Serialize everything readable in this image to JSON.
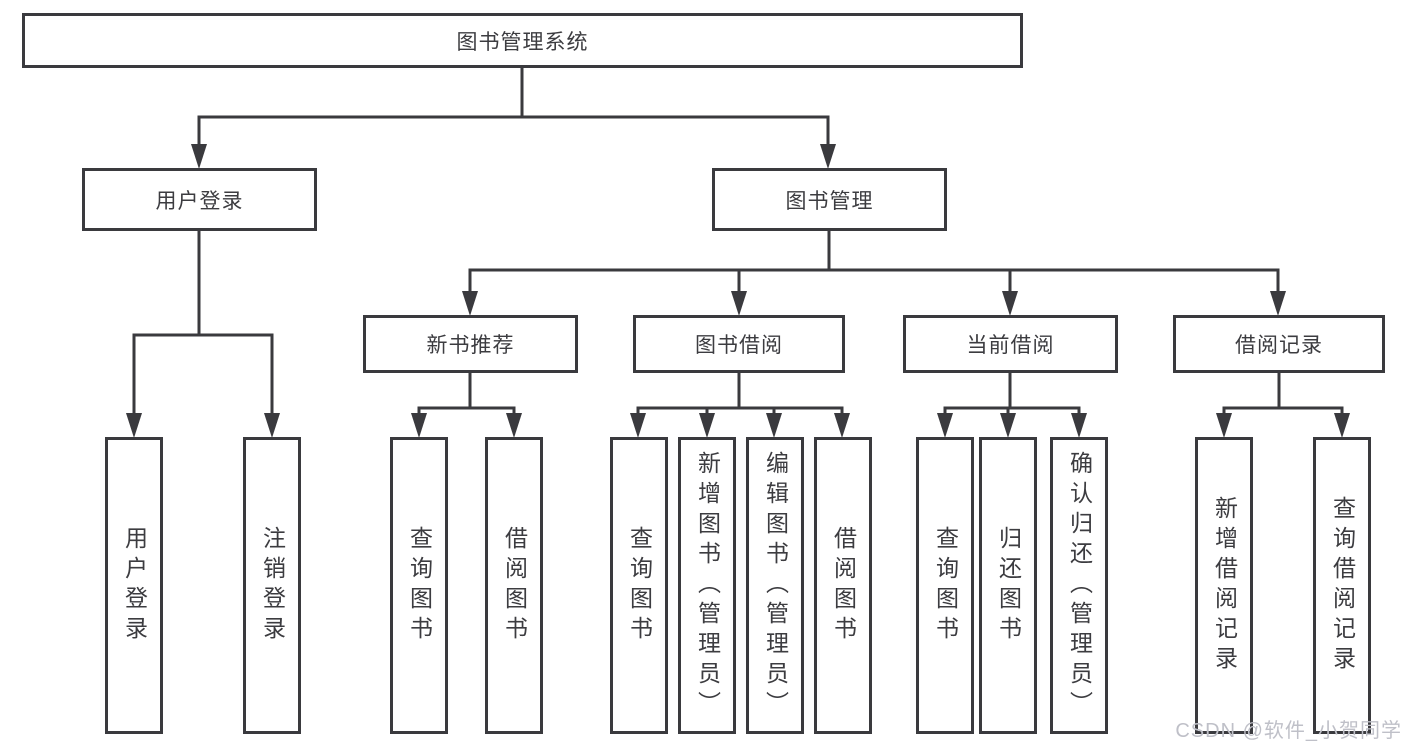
{
  "diagram": {
    "root": {
      "label": "图书管理系统"
    },
    "branches": [
      {
        "label": "用户登录",
        "children": [
          {
            "label": "用户登录"
          },
          {
            "label": "注销登录"
          }
        ]
      },
      {
        "label": "图书管理",
        "groups": [
          {
            "label": "新书推荐",
            "children": [
              {
                "label": "查询图书"
              },
              {
                "label": "借阅图书"
              }
            ]
          },
          {
            "label": "图书借阅",
            "children": [
              {
                "label": "查询图书"
              },
              {
                "label": "新增图书（管理员）"
              },
              {
                "label": "编辑图书（管理员）"
              },
              {
                "label": "借阅图书"
              }
            ]
          },
          {
            "label": "当前借阅",
            "children": [
              {
                "label": "查询图书"
              },
              {
                "label": "归还图书"
              },
              {
                "label": "确认归还（管理员）"
              }
            ]
          },
          {
            "label": "借阅记录",
            "children": [
              {
                "label": "新增借阅记录"
              },
              {
                "label": "查询借阅记录"
              }
            ]
          }
        ]
      }
    ]
  },
  "watermark": {
    "text": "CSDN @软件_小贺同学"
  },
  "colors": {
    "line": "#3a3a3e",
    "text": "#3c3c40",
    "watermark": "#bfc0c8",
    "background": "#ffffff"
  }
}
